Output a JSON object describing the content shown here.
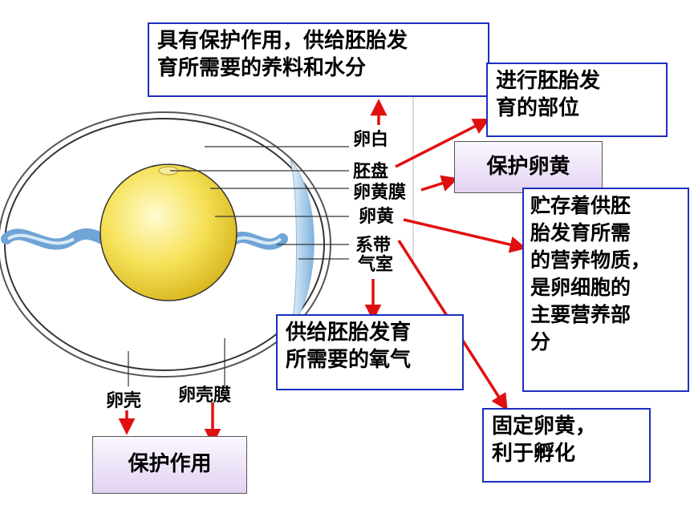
{
  "egg_parts": {
    "albumen": "卵白",
    "blastodisc": "胚盘",
    "vitelline_membrane": "卵黄膜",
    "yolk": "卵黄",
    "chalaza": "系带",
    "air_cell": "气室",
    "shell": "卵壳",
    "shell_membrane": "卵壳膜"
  },
  "functions": {
    "albumen": [
      "具有保护作用，供给胚胎发",
      "育所需要的养料和水分"
    ],
    "blastodisc": [
      "进行胚胎发",
      "育的部位"
    ],
    "vitelline_membrane": "保护卵黄",
    "yolk": [
      "贮存着供胚",
      "胎发育所需",
      "的营养物质，",
      "是卵细胞的",
      "主要营养部",
      "分"
    ],
    "air_cell": [
      "供给胚胎发育",
      "所需要的氧气"
    ],
    "chalaza": [
      "固定卵黄，",
      "利于孵化"
    ],
    "shell": "保护作用"
  },
  "colors": {
    "box_border": "#1c2fc0",
    "arrow": "#e01010",
    "yolk": "#f5e25a",
    "chalaza": "#7aaedc"
  }
}
